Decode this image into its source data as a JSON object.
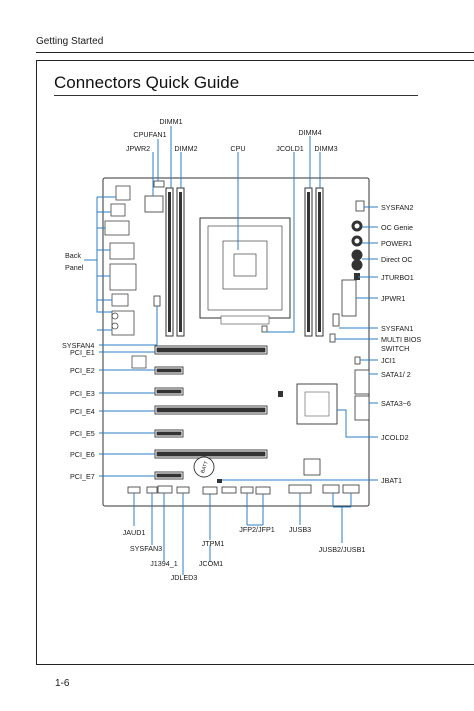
{
  "header": {
    "section": "Getting Started"
  },
  "title": "Connectors Quick Guide",
  "page_number": "1-6",
  "colors": {
    "leader": "#2a7cc4",
    "board": "#333333"
  },
  "labels": {
    "dimm1": "DIMM1",
    "cpufan1": "CPUFAN1",
    "jpwr2": "JPWR2",
    "dimm2": "DIMM2",
    "cpu": "CPU",
    "jcold1": "JCOLD1",
    "dimm4": "DIMM4",
    "dimm3": "DIMM3",
    "sysfan2": "SYSFAN2",
    "oc_genie": "OC Genie",
    "power1": "POWER1",
    "direct_oc": "Direct OC",
    "jturbo1": "JTURBO1",
    "jpwr1": "JPWR1",
    "sysfan1": "SYSFAN1",
    "multi_bios_1": "MULTI BIOS",
    "multi_bios_2": "SWITCH",
    "jci1": "JCI1",
    "sata12": "SATA1/ 2",
    "sata36": "SATA3~6",
    "jcold2": "JCOLD2",
    "jbat1": "JBAT1",
    "back_panel_1": "Back",
    "back_panel_2": "Panel",
    "sysfan4": "SYSFAN4",
    "pci_e1": "PCI_E1",
    "pci_e2": "PCI_E2",
    "pci_e3": "PCI_E3",
    "pci_e4": "PCI_E4",
    "pci_e5": "PCI_E5",
    "pci_e6": "PCI_E6",
    "pci_e7": "PCI_E7",
    "jaud1": "JAUD1",
    "sysfan3": "SYSFAN3",
    "j1394": "J1394_1",
    "jdled3": "JDLED3",
    "jcom1": "JCOM1",
    "jtpm1": "JTPM1",
    "jfp": "JFP2/JFP1",
    "jusb3": "JUSB3",
    "jusb21": "JUSB2/JUSB1",
    "batt": "BATT"
  }
}
